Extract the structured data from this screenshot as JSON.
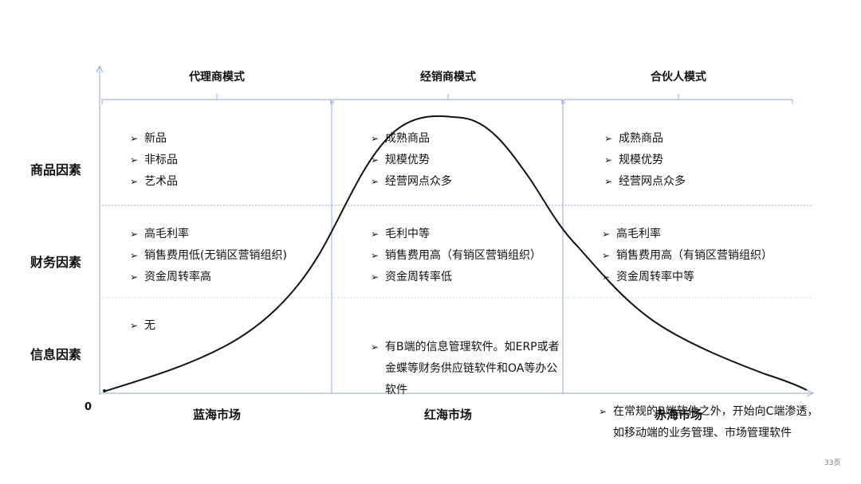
{
  "headers": {
    "agent_mode": "代理商模式",
    "distributor_mode": "经销商模式",
    "partner_mode": "合伙人模式"
  },
  "row_labels": {
    "product": "商品因素",
    "finance": "财务因素",
    "info": "信息因素"
  },
  "cells": {
    "product": {
      "agent": [
        "新品",
        "非标品",
        "艺术品"
      ],
      "distributor": [
        "成熟商品",
        "规模优势",
        "经营网点众多"
      ],
      "partner": [
        "成熟商品",
        "规模优势",
        "经营网点众多"
      ]
    },
    "finance": {
      "agent": [
        "高毛利率",
        "销售费用低(无销区营销组织)",
        "资金周转率高"
      ],
      "distributor": [
        "毛利中等",
        "销售费用高（有销区营销组织）",
        "资金周转率低"
      ],
      "partner": [
        "高毛利率",
        "销售费用高（有销区营销组织）",
        "资金周转率中等"
      ]
    },
    "info": {
      "agent": "无",
      "distributor": "有B端的信息管理软件。如ERP或者金蝶等财务供应链软件和OA等办公软件",
      "partner": "在常规的B端软件之外，开始向C端渗透，如移动端的业务管理、市场管理软件"
    }
  },
  "markets": {
    "blue": "蓝海市场",
    "red": "红海市场",
    "crimson": "赤海市场"
  },
  "origin_label": "0",
  "page_number": "33页",
  "colors": {
    "axis": "#8faadc",
    "divider": "#8faadc",
    "curve": "#111111"
  }
}
